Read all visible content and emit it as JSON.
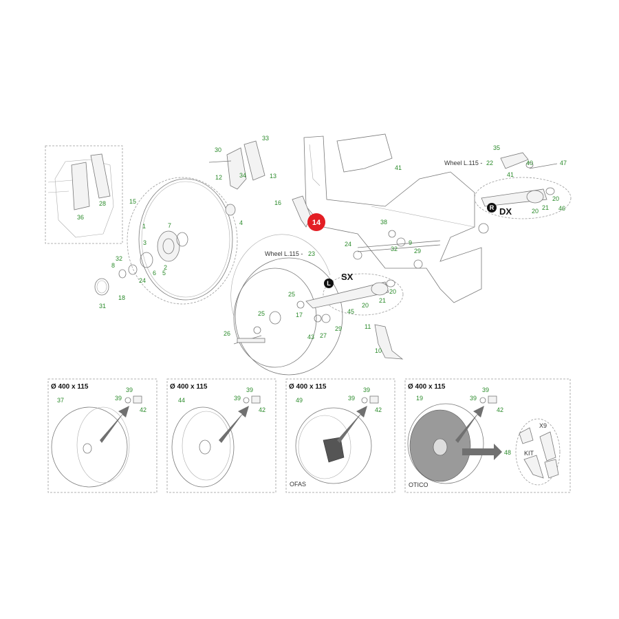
{
  "callouts": {
    "n1": "1",
    "n2": "2",
    "n3": "3",
    "n4": "4",
    "n5": "5",
    "n6": "6",
    "n7": "7",
    "n8": "8",
    "n9": "9",
    "n10": "10",
    "n11": "11",
    "n12": "12",
    "n13": "13",
    "n15": "15",
    "n16": "16",
    "n17": "17",
    "n18": "18",
    "n20a": "20",
    "n20b": "20",
    "n20c": "20",
    "n20d": "20",
    "n21a": "21",
    "n21b": "21",
    "n22": "22",
    "n23": "23",
    "n24a": "24",
    "n24b": "24",
    "n25a": "25",
    "n25b": "25",
    "n26": "26",
    "n27": "27",
    "n28": "28",
    "n29a": "29",
    "n29b": "29",
    "n30": "30",
    "n31": "31",
    "n32a": "32",
    "n32b": "32",
    "n33": "33",
    "n34": "34",
    "n35": "35",
    "n36": "36",
    "n37": "37",
    "n38": "38",
    "n39a": "39",
    "n39b": "39",
    "n39c": "39",
    "n39d": "39",
    "n39e": "39",
    "n39f": "39",
    "n39g": "39",
    "n39h": "39",
    "n40": "40",
    "n41a": "41",
    "n41b": "41",
    "n42a": "42",
    "n42b": "42",
    "n42c": "42",
    "n42d": "42",
    "n43": "43",
    "n44": "44",
    "n45": "45",
    "n46": "46",
    "n47": "47",
    "n48": "48",
    "n49": "49",
    "n19": "19"
  },
  "highlight": {
    "number": "14",
    "color": "#e31e24"
  },
  "labels": {
    "wheel_left": "Wheel L.115 -",
    "wheel_right": "Wheel L.115 -",
    "side_left_badge": "L",
    "side_left_text": "SX",
    "side_right_badge": "R",
    "side_right_text": "DX",
    "panel_dim_1": "Ø 400 x 115",
    "panel_dim_2": "Ø 400 x 115",
    "panel_dim_3": "Ø 400 x 115",
    "panel_dim_4": "Ø 400 x 115",
    "panel3_brand": "OFAS",
    "panel4_brand": "OTICO",
    "kit_label": "KIT",
    "kit_qty": "X9"
  },
  "colors": {
    "callout": "#2a8a2a",
    "line": "#777777",
    "arrow": "#707070"
  }
}
